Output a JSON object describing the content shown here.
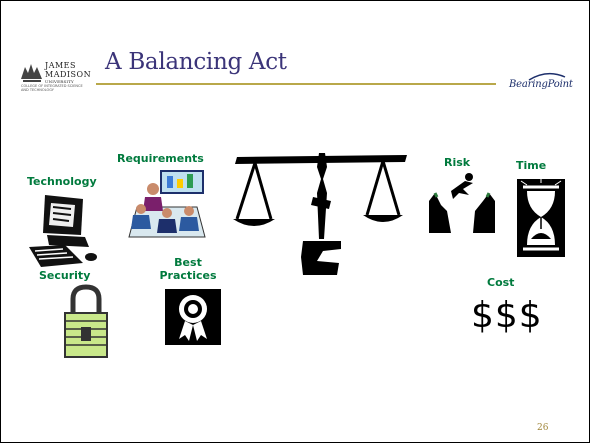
{
  "slide": {
    "title": "A Balancing Act",
    "page_number": "26"
  },
  "logos": {
    "left_line1": "JAMES",
    "left_line2": "MADISON",
    "left_sub": "UNIVERSITY",
    "left_fine_print": "COLLEGE OF INTEGRATED SCIENCE AND TECHNOLOGY",
    "right": "BearingPoint"
  },
  "labels": {
    "technology": "Technology",
    "requirements": "Requirements",
    "security": "Security",
    "best_practices_1": "Best",
    "best_practices_2": "Practices",
    "risk": "Risk",
    "time": "Time",
    "cost": "Cost",
    "dollars": "$$$"
  },
  "colors": {
    "title": "#3b3479",
    "label": "#007a3d",
    "rule": "#b9a84a",
    "page_number": "#a0863a"
  },
  "icons": [
    "university-logo",
    "bearingpoint-logo",
    "computer-icon",
    "meeting-icon",
    "balance-scale-icon",
    "padlock-icon",
    "award-ribbon-icon",
    "jumper-icon",
    "hourglass-icon"
  ]
}
